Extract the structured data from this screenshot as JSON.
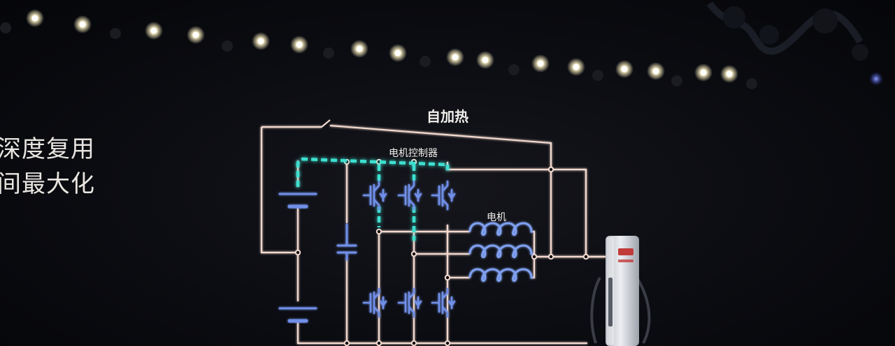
{
  "slide": {
    "left_text_line1": "深度复用",
    "left_text_line2": "间最大化",
    "diagram_title": "自加热",
    "controller_label": "电机控制器",
    "motor_label": "电机"
  },
  "colors": {
    "wire": "#f3d9cf",
    "highlight": "#3ee0d0",
    "component": "#6f8fe8",
    "coil": "#7fa0f0",
    "text": "#f2f0ec",
    "stage_light": "#fff7d6"
  }
}
